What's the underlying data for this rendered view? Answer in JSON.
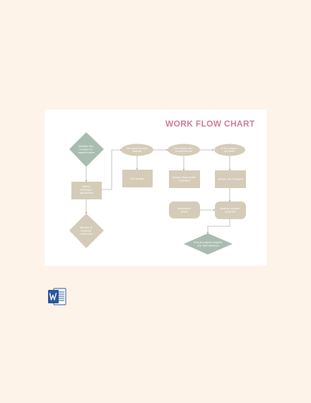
{
  "title": "WORK FLOW CHART",
  "colors": {
    "page_background": "#fdf3e9",
    "card_background": "#ffffff",
    "title_color": "#d27d99",
    "diamond_teal": "#a9bcb0",
    "shape_tan": "#d4ccb8",
    "connector": "#b5b5b0",
    "word_blue": "#2b579a"
  },
  "icon": "microsoft-word-icon",
  "nodes": {
    "decision_top_left": [
      "Identify the",
      "number of",
      "departments"
    ],
    "process_left_mid": [
      "Define",
      "business",
      "operations"
    ],
    "decision_bottom_left": [
      "Identify if",
      "required",
      "resources"
    ],
    "oval_1": [
      "Set timeline and",
      "budget"
    ],
    "oval_2": [
      "List needs and",
      "requirements"
    ],
    "oval_3": [
      "Is it a project",
      "on hold?"
    ],
    "rect_1": [
      "Set targets"
    ],
    "rect_2": [
      "Assign responsible",
      "members"
    ],
    "rect_3": [
      "Design the Timeline"
    ],
    "rounded_1": [
      "Implement",
      "plans"
    ],
    "rounded_2": [
      "Analyze project",
      "progress"
    ],
    "decision_bottom_right": [
      "Ensure project targets",
      "are well attained"
    ]
  }
}
